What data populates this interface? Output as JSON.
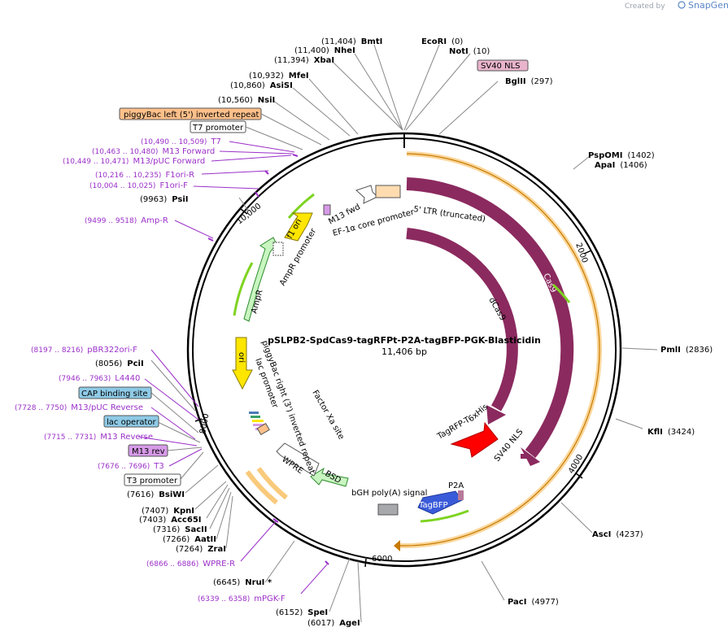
{
  "brand": {
    "created_by": "Created by",
    "name": "SnapGene"
  },
  "plasmid": {
    "name": "pSLPB2-SpdCas9-tagRFPt-P2A-tagBFP-PGK-Blasticidin",
    "size": "11,406 bp"
  },
  "ticks": [
    "2000",
    "4000",
    "6000",
    "8000",
    "10,000"
  ],
  "sites": [
    {
      "pos": "(11,404)",
      "name": "BmtI"
    },
    {
      "pos": "(11,400)",
      "name": "NheI"
    },
    {
      "pos": "(11,394)",
      "name": "XbaI"
    },
    {
      "pos": "(10,932)",
      "name": "MfeI"
    },
    {
      "pos": "(10,860)",
      "name": "AsiSI"
    },
    {
      "pos": "(10,560)",
      "name": "NsiI"
    },
    {
      "pos": "(0)",
      "name": "EcoRI"
    },
    {
      "pos": "(10)",
      "name": "NotI"
    },
    {
      "pos": "(297)",
      "name": "BglII"
    },
    {
      "pos": "(1402)",
      "name": "PspOMI"
    },
    {
      "pos": "(1406)",
      "name": "ApaI"
    },
    {
      "pos": "(2836)",
      "name": "PmlI"
    },
    {
      "pos": "(3424)",
      "name": "KflI"
    },
    {
      "pos": "(4237)",
      "name": "AscI"
    },
    {
      "pos": "(4977)",
      "name": "PacI"
    },
    {
      "pos": "(9963)",
      "name": "PsiI"
    },
    {
      "pos": "(8056)",
      "name": "PciI"
    },
    {
      "pos": "(7616)",
      "name": "BsiWI"
    },
    {
      "pos": "(7407)",
      "name": "KpnI"
    },
    {
      "pos": "(7403)",
      "name": "Acc65I"
    },
    {
      "pos": "(7316)",
      "name": "SacII"
    },
    {
      "pos": "(7266)",
      "name": "AatII"
    },
    {
      "pos": "(7264)",
      "name": "ZraI"
    },
    {
      "pos": "(6645)",
      "name": "NruI *"
    },
    {
      "pos": "(6152)",
      "name": "SpeI"
    },
    {
      "pos": "(6017)",
      "name": "AgeI"
    }
  ],
  "primers": [
    {
      "pos": "(10,490 .. 10,509)",
      "name": "T7"
    },
    {
      "pos": "(10,463 .. 10,480)",
      "name": "M13 Forward"
    },
    {
      "pos": "(10,449 .. 10,471)",
      "name": "M13/pUC Forward"
    },
    {
      "pos": "(10,216 .. 10,235)",
      "name": "F1ori-R"
    },
    {
      "pos": "(10,004 .. 10,025)",
      "name": "F1ori-F"
    },
    {
      "pos": "(9499 .. 9518)",
      "name": "Amp-R"
    },
    {
      "pos": "(8197 .. 8216)",
      "name": "pBR322ori-F"
    },
    {
      "pos": "(7946 .. 7963)",
      "name": "L4440"
    },
    {
      "pos": "(7728 .. 7750)",
      "name": "M13/pUC Reverse"
    },
    {
      "pos": "(7715 .. 7731)",
      "name": "M13 Reverse"
    },
    {
      "pos": "(7676 .. 7696)",
      "name": "T3"
    },
    {
      "pos": "(6866 .. 6886)",
      "name": "WPRE-R"
    },
    {
      "pos": "(6339 .. 6358)",
      "name": "mPGK-F"
    }
  ],
  "boxed": {
    "sv40_nls": "SV40 NLS",
    "piggybac_left": "piggyBac left (5') inverted repeat",
    "t7_promoter": "T7 promoter",
    "cap_site": "CAP binding site",
    "lac_operator": "lac operator",
    "m13_rev": "M13 rev",
    "t3_promoter": "T3 promoter"
  },
  "features": {
    "ltr": "5' LTR (truncated)",
    "ef1a": "EF-1α core promoter",
    "m13fwd": "M13 fwd",
    "f1ori": "f1 ori",
    "ampr_promoter": "AmpR promoter",
    "ampr": "AmpR",
    "ori": "ori",
    "pb_right": "piggyBac right (3') inverted repeat",
    "lac_promoter": "lac promoter",
    "factor_xa": "Factor Xa site",
    "wpre": "WPRE",
    "bsd": "BSD",
    "bgh": "bGH poly(A) signal",
    "p2a": "P2A",
    "tagbfp": "TagBFP",
    "tagrfp": "TagRFP-T",
    "his6": "6xHis",
    "sv40nls_inner": "SV40 NLS",
    "dcas9": "dCas9",
    "cas9": "Cas9"
  },
  "colors": {
    "cas9": "#8b2a5f",
    "orange": "#f5a623",
    "green": "#7ed321",
    "purple_label": "#9b30c8",
    "tagrfp": "#ff0000",
    "tagbfp": "#3a5bd9",
    "yellow": "#ffe600",
    "light_green": "#c8f5c0"
  }
}
